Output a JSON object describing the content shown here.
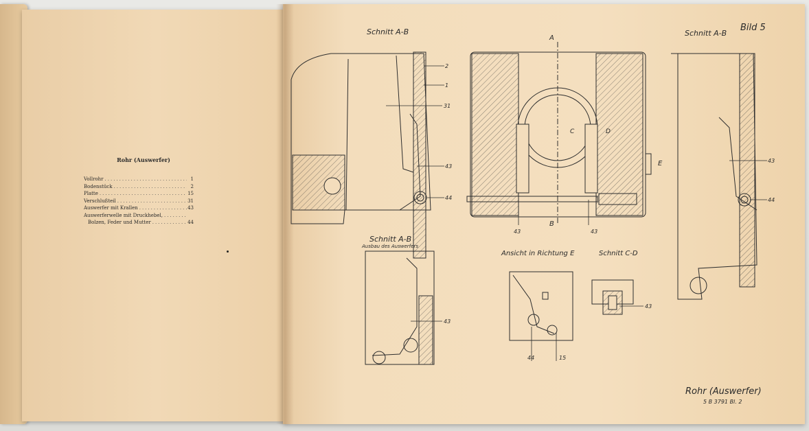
{
  "left_page": {
    "title": "Rohr (Auswerfer)",
    "items": [
      {
        "label": "Vollrohr",
        "number": "1"
      },
      {
        "label": "Bodenstück",
        "number": "2"
      },
      {
        "label": "Platte",
        "number": "15"
      },
      {
        "label": "Verschlußteil",
        "number": "31"
      },
      {
        "label": "Auswerfer mit Krallen",
        "number": "43"
      },
      {
        "label": "Auswerferwelle mit Druckhebel,",
        "number": ""
      },
      {
        "label": "Bolzen, Feder und Mutter",
        "number": "44"
      }
    ]
  },
  "drawing": {
    "sheet_label": "Bild 5",
    "view_top_left": "Schnitt A-B",
    "view_top_right": "Schnitt A-B",
    "view_bottom_left": "Schnitt A-B",
    "view_bottom_left_sub": "Ausbau des Auswerfers",
    "view_direction_e": "Ansicht in Richtung E",
    "view_cd": "Schnitt C-D",
    "markers": {
      "a": "A",
      "b": "B",
      "c": "C",
      "d": "D",
      "e": "E"
    },
    "callouts": {
      "c1": "1",
      "c2": "2",
      "c31": "31",
      "c43": "43",
      "c44": "44",
      "c15": "15"
    },
    "title_block": {
      "title": "Rohr (Auswerfer)",
      "code": "5 B 3791 Bl. 2"
    }
  }
}
